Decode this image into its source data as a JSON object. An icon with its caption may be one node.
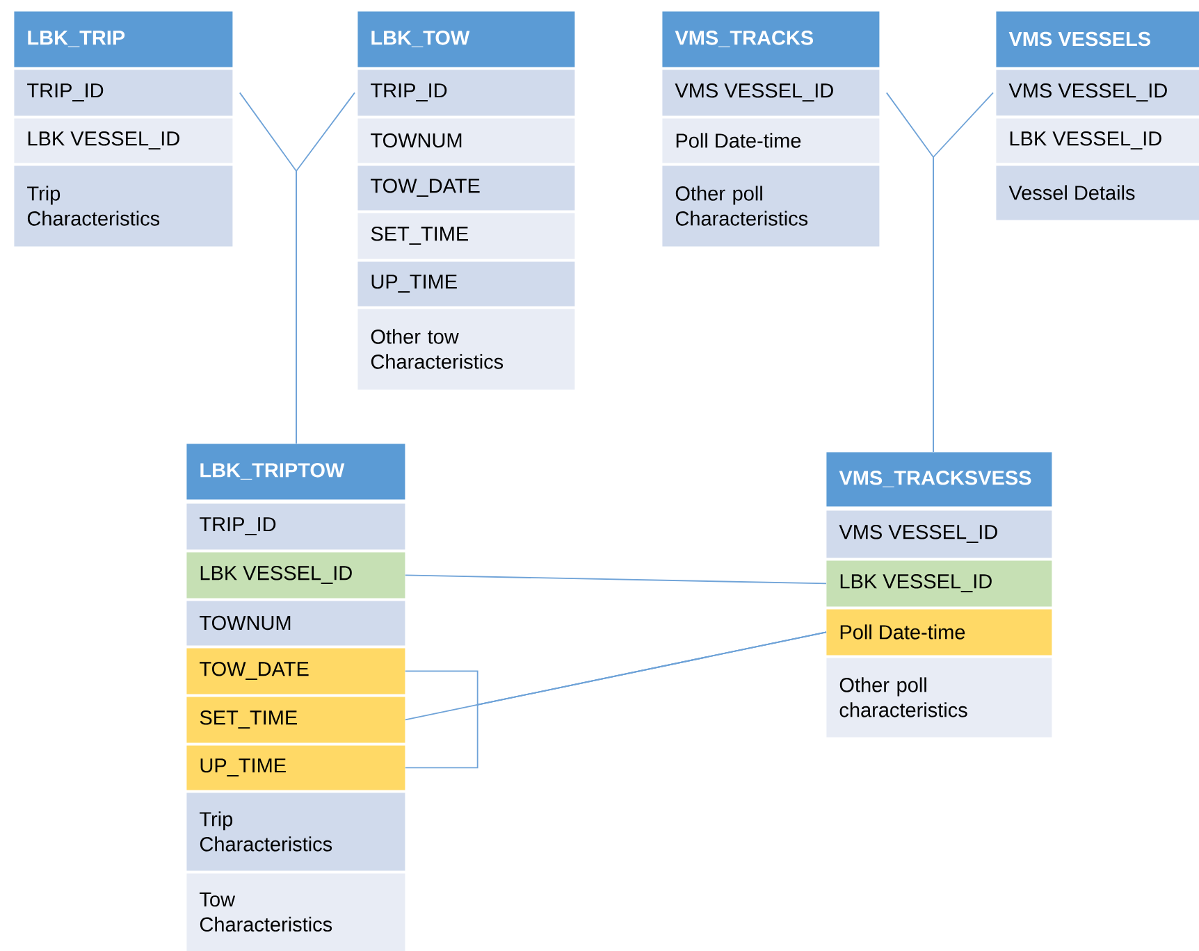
{
  "diagram": {
    "nodes": [
      {
        "text": [
          "LBK_TRIP"
        ]
      },
      {
        "text": [
          "TRIP_ID"
        ]
      },
      {
        "text": [
          "LBK VESSEL_ID"
        ]
      },
      {
        "text": [
          "Trip Characteristics"
        ]
      },
      {
        "text": [
          "LBK_TOW"
        ]
      },
      {
        "text": [
          "TRIP_ID"
        ]
      },
      {
        "text": [
          "TOWNUM"
        ]
      },
      {
        "text": [
          "TOW_DATE"
        ]
      },
      {
        "text": [
          "SET_TIME"
        ]
      },
      {
        "text": [
          "UP_TIME"
        ]
      },
      {
        "text": [
          "Other tow Characteristics"
        ]
      },
      {
        "text": [
          "VMS_TRACKS"
        ]
      },
      {
        "text": [
          "VMS VESSEL_ID"
        ]
      },
      {
        "text": [
          "Poll Date-time"
        ]
      },
      {
        "text": [
          "Other poll Characteristics"
        ]
      },
      {
        "text": [
          "VMS VESSELS"
        ]
      },
      {
        "text": [
          "VMS VESSEL_ID"
        ]
      },
      {
        "text": [
          "LBK VESSEL_ID"
        ]
      },
      {
        "text": [
          "Vessel Details"
        ]
      },
      {
        "text": [
          "LBK_TRIPTOW"
        ]
      },
      {
        "text": [
          "TRIP_ID"
        ]
      },
      {
        "text": [
          "LBK VESSEL_ID"
        ]
      },
      {
        "text": [
          "TOWNUM"
        ]
      },
      {
        "text": [
          "TOW_DATE"
        ]
      },
      {
        "text": [
          "SET_TIME"
        ]
      },
      {
        "text": [
          "UP_TIME"
        ]
      },
      {
        "text": [
          "Trip Characteristics"
        ]
      },
      {
        "text": [
          "Tow Characteristics"
        ]
      },
      {
        "text": [
          "VMS_TRACKSVESS"
        ]
      },
      {
        "text": [
          "VMS VESSEL_ID"
        ]
      },
      {
        "text": [
          "LBK VESSEL_ID"
        ]
      },
      {
        "text": [
          "Poll Date-time"
        ]
      },
      {
        "text": [
          "Other poll characteristics"
        ]
      }
    ],
    "edges": [
      {
        "from": 1,
        "to": 19,
        "arrow": "none"
      },
      {
        "from": 5,
        "to": 19,
        "arrow": "none"
      },
      {
        "from": 12,
        "to": 28,
        "arrow": "none"
      },
      {
        "from": 16,
        "to": 28,
        "arrow": "none"
      },
      {
        "from": 21,
        "to": 30,
        "arrow": "none"
      },
      {
        "from": 23,
        "to": 31,
        "arrow": "none"
      },
      {
        "from": 24,
        "to": 31,
        "arrow": "none"
      },
      {
        "from": 25,
        "to": 31,
        "arrow": "none"
      }
    ]
  }
}
